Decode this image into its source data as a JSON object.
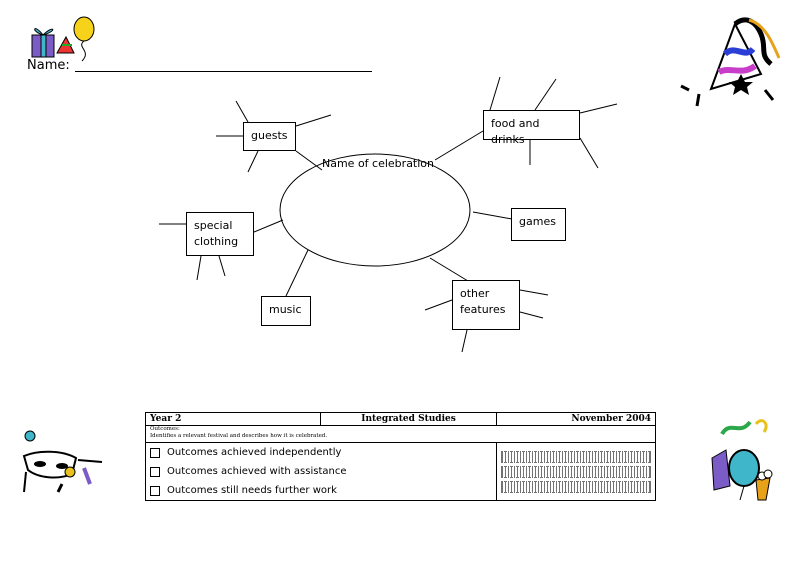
{
  "header": {
    "name_label": "Name:"
  },
  "mindmap": {
    "center": "Name of celebration",
    "nodes": {
      "guests": "guests",
      "food": "food and drinks",
      "special": "special clothing",
      "games": "games",
      "music": "music",
      "other": "other features"
    }
  },
  "assessment": {
    "year": "Year 2",
    "subject": "Integrated Studies",
    "date": "November 2004",
    "outcomes_label": "Outcomes:",
    "outcomes_text": "Identifies a relevant festival and describes how it is celebrated.",
    "options": [
      "Outcomes achieved independently",
      "Outcomes achieved with assistance",
      "Outcomes still needs further work"
    ]
  },
  "icons": [
    "gift-balloon-clipart",
    "party-hat-clipart",
    "party-mask-clipart",
    "party-balloon-clipart",
    "stamp-image"
  ]
}
